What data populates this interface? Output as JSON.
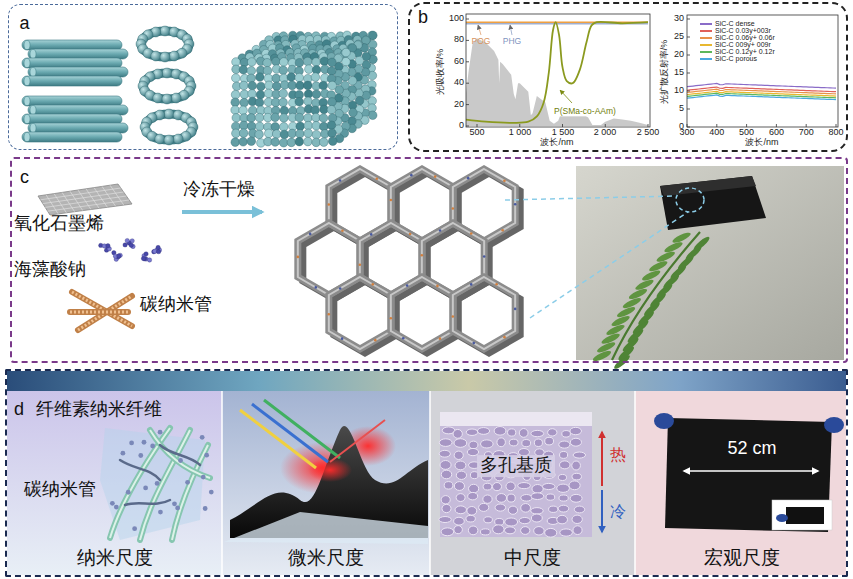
{
  "diagram": {
    "nodes": [
      {
        "text": [
          "a"
        ]
      },
      {
        "text": [
          "b"
        ]
      },
      {
        "text": [
          "c"
        ]
      },
      {
        "text": [
          "d"
        ]
      },
      {
        "text": [
          "纤维素纳米纤维",
          "碳纳米管",
          "纳米尺度"
        ],
        "in": 3
      },
      {
        "text": [
          "微米尺度"
        ],
        "in": 3
      },
      {
        "text": [
          "多孔基质",
          "热",
          "冷",
          "中尺度"
        ],
        "in": 3
      },
      {
        "text": [
          "52 cm",
          "宏观尺度"
        ],
        "in": 3
      }
    ],
    "labels": [
      "光吸收率/%",
      "100",
      "80",
      "60",
      "40",
      "20",
      "0",
      "500",
      "1 000",
      "1 500",
      "2 000",
      "2 500",
      "波长/nm",
      "POG",
      "PHG",
      "P(SMa-co-AAm)",
      "光扩散反射率/%",
      "30",
      "25",
      "20",
      "15",
      "10",
      "5",
      "0",
      "300",
      "400",
      "500",
      "600",
      "700",
      "800",
      "波长/nm",
      "氧化石墨烯",
      "海藻酸钠",
      "碳纳米管",
      "冷冻干燥"
    ],
    "legend": [
      {
        "text": "SiC-C dense",
        "color": "#8a6cc8"
      },
      {
        "text": "SiC-C 0.03y+003r",
        "color": "#e0605a"
      },
      {
        "text": "SiC-C 0.06y+ 0.06r",
        "color": "#e8924a"
      },
      {
        "text": "SiC-C 009y+ 009r",
        "color": "#e8b830"
      },
      {
        "text": "SiC-C 0.12y+ 0.12r",
        "color": "#5cb85c"
      },
      {
        "text": "SiC-C porous",
        "color": "#4aa8e0"
      }
    ]
  }
}
